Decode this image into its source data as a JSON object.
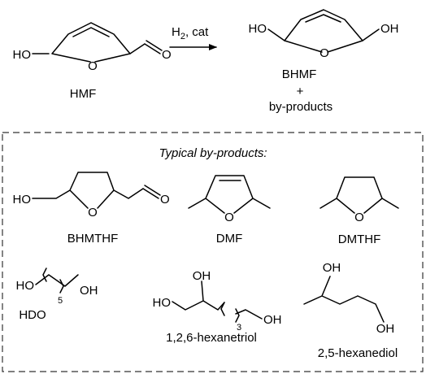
{
  "reaction": {
    "reagent": "H",
    "reagent_sub": "2",
    "reagent_rest": ", cat",
    "plus": "+",
    "byproducts_label": "by-products"
  },
  "box": {
    "heading": "Typical by-products:"
  },
  "atoms": {
    "O": "O",
    "HO": "HO",
    "OH": "OH"
  },
  "molecules": {
    "hmf": "HMF",
    "bhmf": "BHMF",
    "bhmthf": "BHMTHF",
    "dmf": "DMF",
    "dmthf": "DMTHF",
    "hdo": "HDO",
    "hdo_subscript": "5",
    "hexanetriol": "1,2,6-hexanetriol",
    "hexanetriol_subscript": "3",
    "hexanediol": "2,5-hexanediol"
  }
}
